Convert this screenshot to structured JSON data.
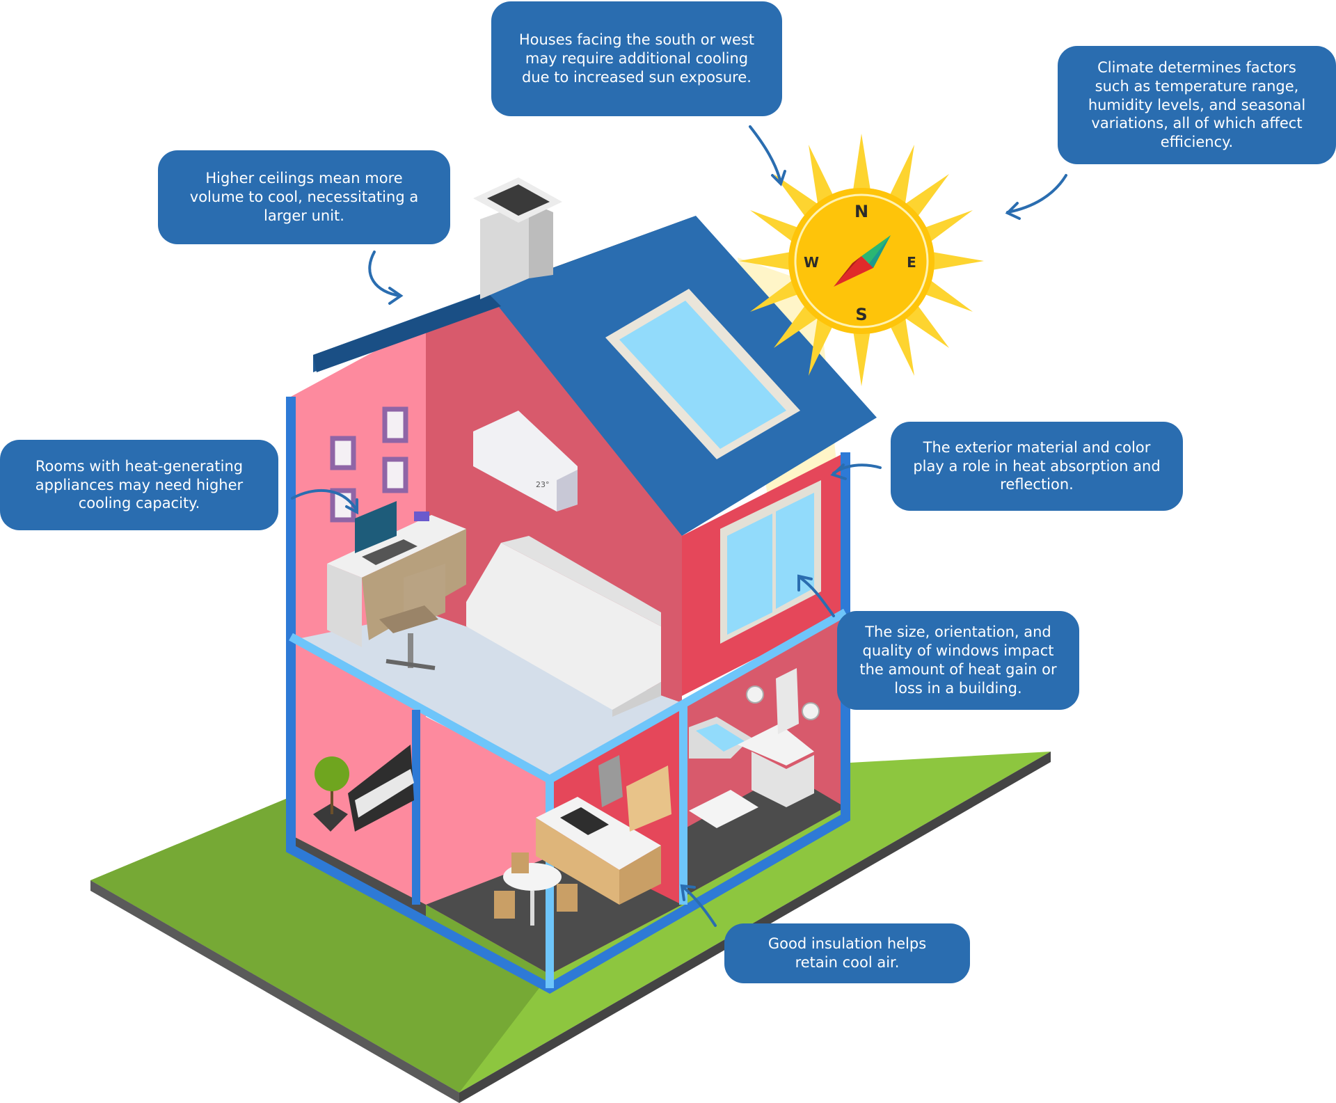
{
  "callouts": {
    "sun_orientation": "Houses facing the south or west may require additional cooling due to increased sun exposure.",
    "climate": "Climate determines factors such as temperature range, humidity levels, and seasonal variations, all of which affect efficiency.",
    "ceilings": "Higher ceilings mean more volume to cool, necessitating a larger unit.",
    "appliances": "Rooms with heat-generating appliances may need higher cooling capacity.",
    "exterior": "The exterior material and color play a role in heat absorption and reflection.",
    "windows": "The size, orientation, and quality of windows impact the amount of heat gain or loss in a building.",
    "insulation": "Good insulation helps retain cool air."
  },
  "compass": {
    "north": "N",
    "east": "E",
    "south": "S",
    "west": "W"
  },
  "ac_display": "23°",
  "colors": {
    "callout_bg": "#2a6db0",
    "roof": "#2a6db0",
    "roof_dark": "#1f5a94",
    "wall_pink": "#fd8a9e",
    "wall_red": "#e5475a",
    "frame_blue": "#2e7ad6",
    "frame_light": "#6ec5fa",
    "grass": "#8dc63f",
    "grass_dark": "#76a935",
    "sun": "#fec40a",
    "sun_ray": "#fdd430",
    "window_glass": "#92dbfb",
    "floor_dark": "#4c4c4c"
  }
}
